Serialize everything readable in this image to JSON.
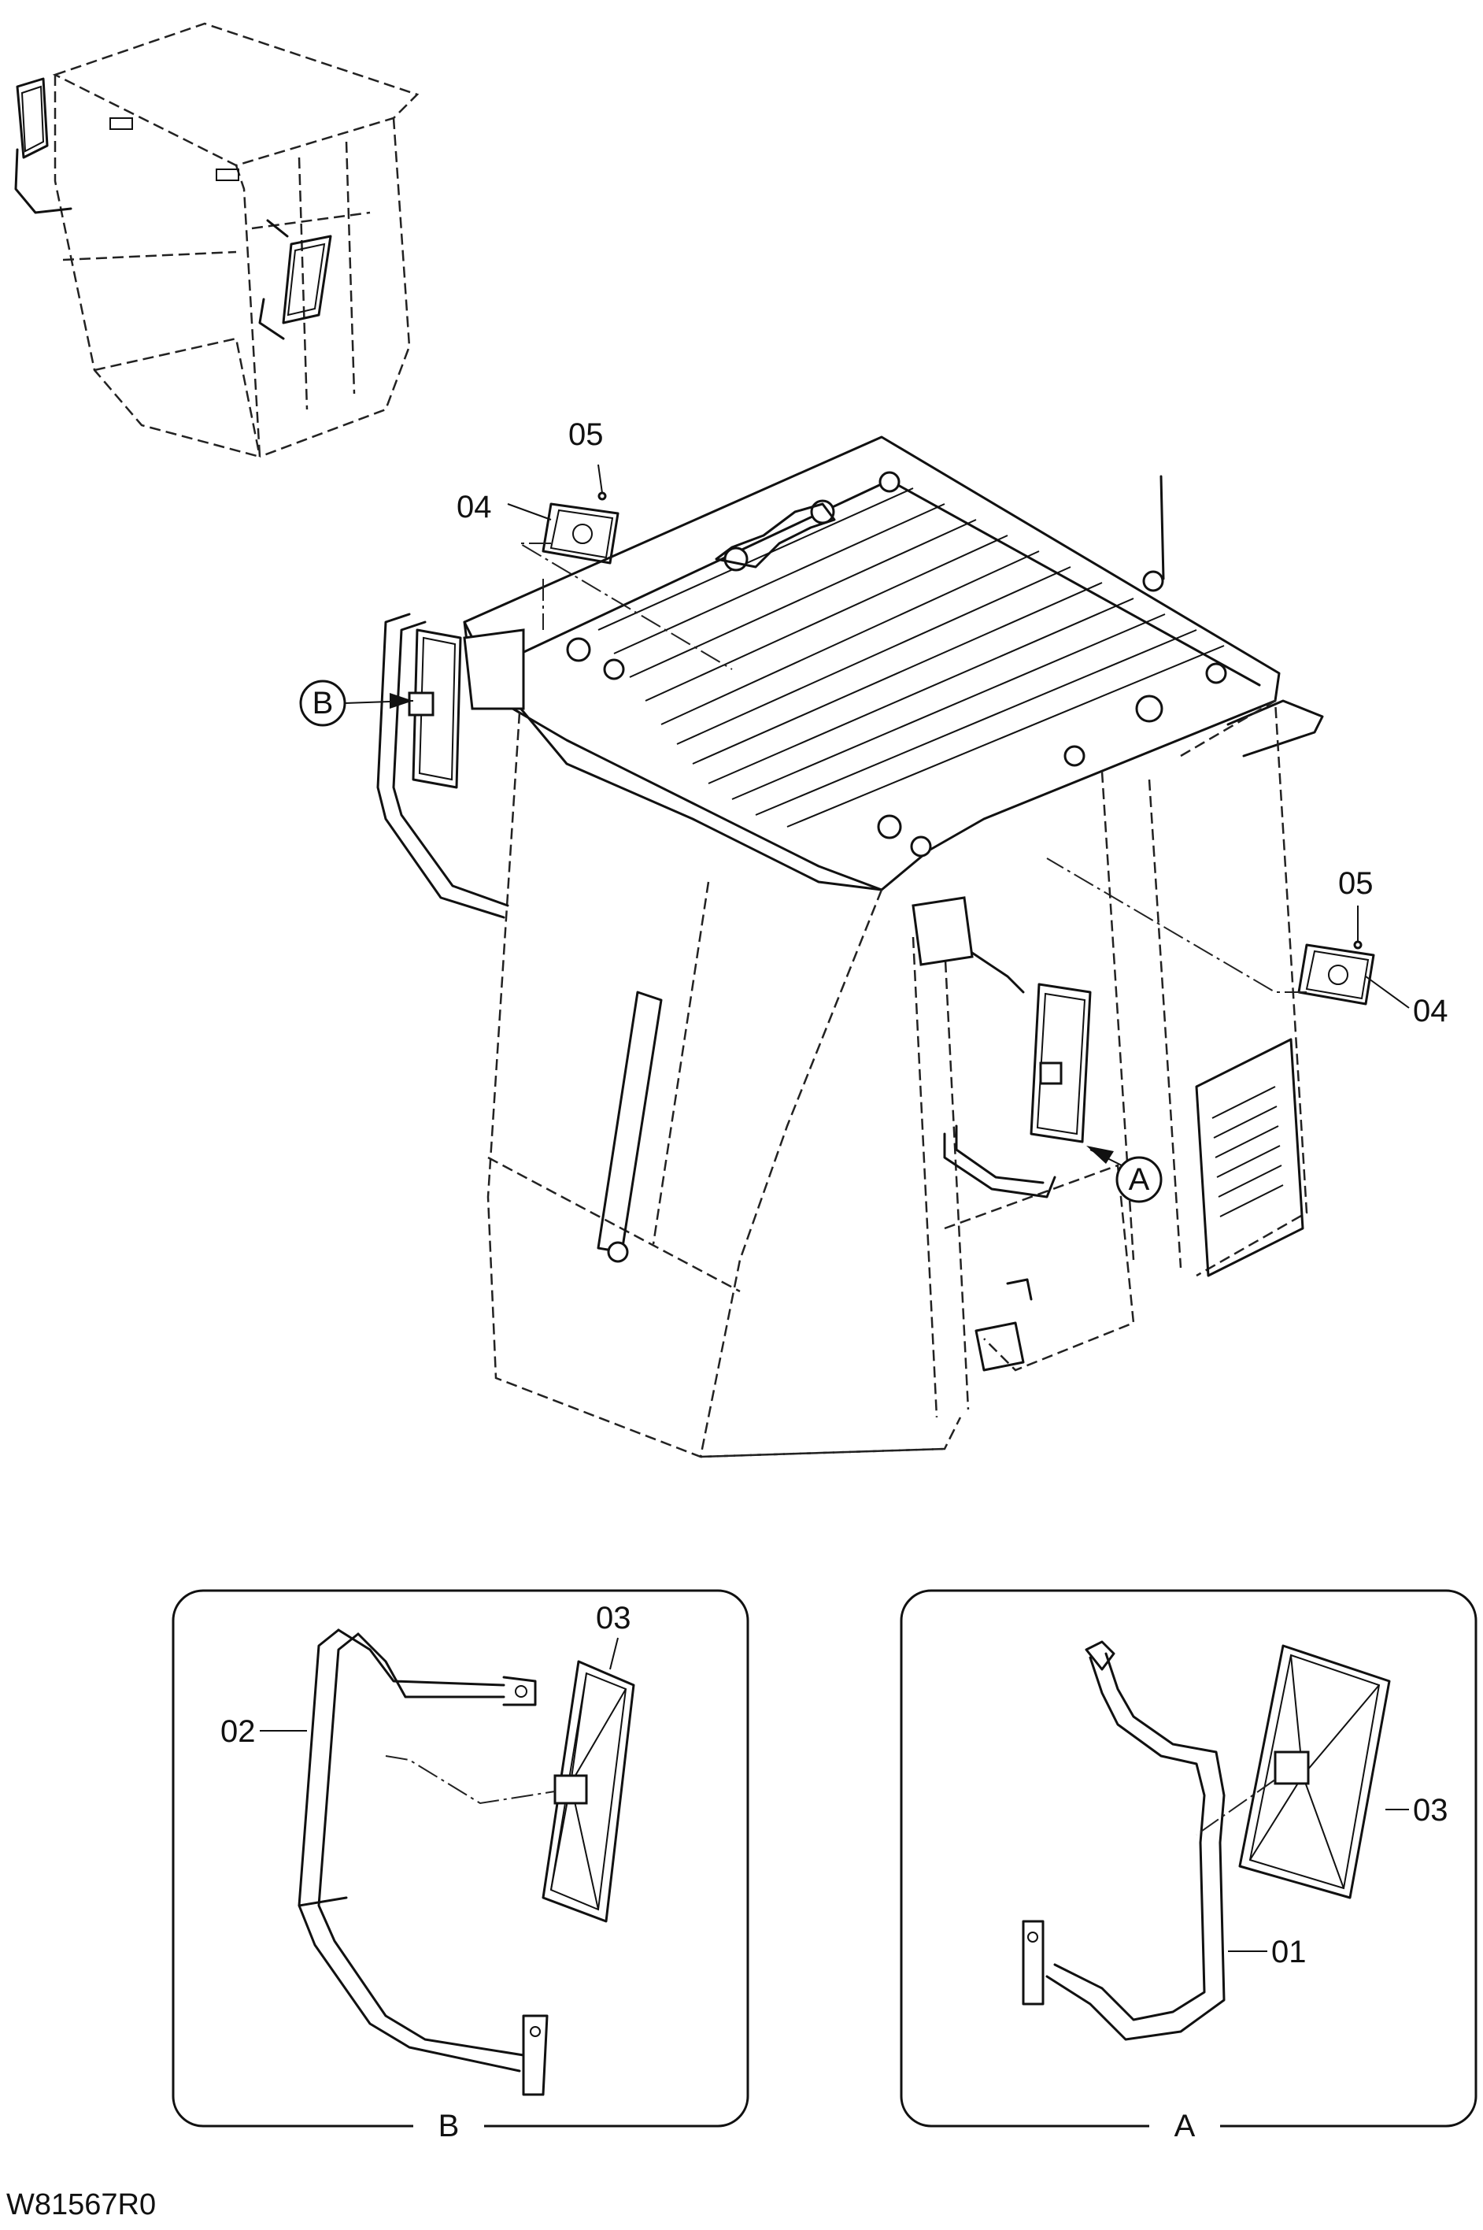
{
  "drawing_code": "W81567R0",
  "part_labels": {
    "p01": "01",
    "p02": "02",
    "p03": "03",
    "p04": "04",
    "p05": "05"
  },
  "view_refs": {
    "a": "A",
    "b": "B"
  }
}
